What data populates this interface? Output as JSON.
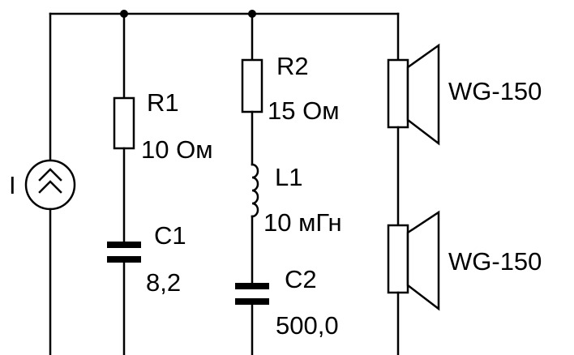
{
  "source": {
    "label": "I"
  },
  "r1": {
    "name": "R1",
    "value": "10 Ом"
  },
  "c1": {
    "name": "C1",
    "value": "8,2"
  },
  "r2": {
    "name": "R2",
    "value": "15 Ом"
  },
  "l1": {
    "name": "L1",
    "value": "10 мГн"
  },
  "c2": {
    "name": "C2",
    "value": "500,0"
  },
  "spk1": {
    "name": "WG-150"
  },
  "spk2": {
    "name": "WG-150"
  }
}
